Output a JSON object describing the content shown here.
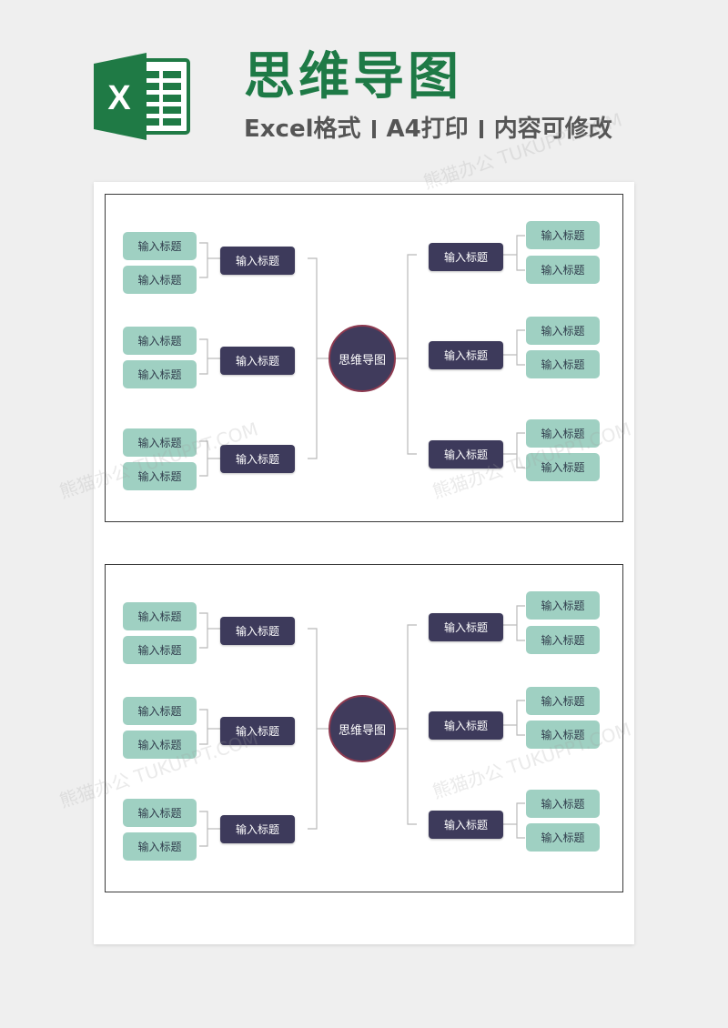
{
  "header": {
    "title": "思维导图",
    "subtitle_parts": [
      "Excel格式",
      "A4打印",
      "内容可修改"
    ],
    "logo_letter": "X"
  },
  "watermark_text": "熊猫办公 TUKUPPT.COM",
  "colors": {
    "title_green": "#1e7a46",
    "excel_green": "#1f7a45",
    "center_node": "#403b5c",
    "branch_node": "#3d3a5b",
    "leaf_node": "#9fd0c2"
  },
  "mindmaps": [
    {
      "center": "思维导图",
      "left": [
        {
          "branch": "输入标题",
          "leaves": [
            "输入标题",
            "输入标题"
          ]
        },
        {
          "branch": "输入标题",
          "leaves": [
            "输入标题",
            "输入标题"
          ]
        },
        {
          "branch": "输入标题",
          "leaves": [
            "输入标题",
            "输入标题"
          ]
        }
      ],
      "right": [
        {
          "branch": "输入标题",
          "leaves": [
            "输入标题",
            "输入标题"
          ]
        },
        {
          "branch": "输入标题",
          "leaves": [
            "输入标题",
            "输入标题"
          ]
        },
        {
          "branch": "输入标题",
          "leaves": [
            "输入标题",
            "输入标题"
          ]
        }
      ]
    },
    {
      "center": "思维导图",
      "left": [
        {
          "branch": "输入标题",
          "leaves": [
            "输入标题",
            "输入标题"
          ]
        },
        {
          "branch": "输入标题",
          "leaves": [
            "输入标题",
            "输入标题"
          ]
        },
        {
          "branch": "输入标题",
          "leaves": [
            "输入标题",
            "输入标题"
          ]
        }
      ],
      "right": [
        {
          "branch": "输入标题",
          "leaves": [
            "输入标题",
            "输入标题"
          ]
        },
        {
          "branch": "输入标题",
          "leaves": [
            "输入标题",
            "输入标题"
          ]
        },
        {
          "branch": "输入标题",
          "leaves": [
            "输入标题",
            "输入标题"
          ]
        }
      ]
    }
  ]
}
